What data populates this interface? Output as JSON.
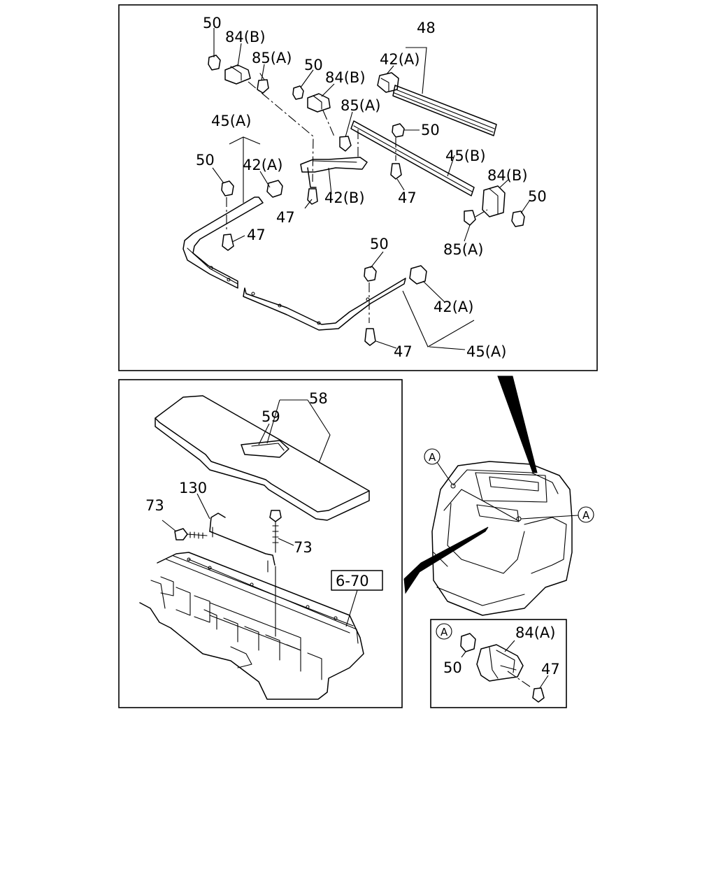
{
  "callouts": {
    "c48": "48",
    "c50_a": "50",
    "c84b_a": "84(B)",
    "c85a_a": "85(A)",
    "c42a_a": "42(A)",
    "c50_b": "50",
    "c84b_b": "84(B)",
    "c85a_b": "85(A)",
    "c45a_a": "45(A)",
    "c50_c": "50",
    "c45b": "45(B)",
    "c50_d": "50",
    "c42a_b": "42(A)",
    "c84b_c": "84(B)",
    "c50_e": "50",
    "c47_a": "47",
    "c42b": "42(B)",
    "c47_b": "47",
    "c47_c": "47",
    "c85a_c": "85(A)",
    "c50_f": "50",
    "c42a_c": "42(A)",
    "c47_d": "47",
    "c45a_b": "45(A)",
    "c58": "58",
    "c59": "59",
    "c130": "130",
    "c73_a": "73",
    "c73_b": "73",
    "c670": "6-70",
    "circ_a1": "A",
    "circ_a2": "A",
    "circ_a3": "A",
    "c84a": "84(A)",
    "c50_g": "50",
    "c47_e": "47"
  }
}
